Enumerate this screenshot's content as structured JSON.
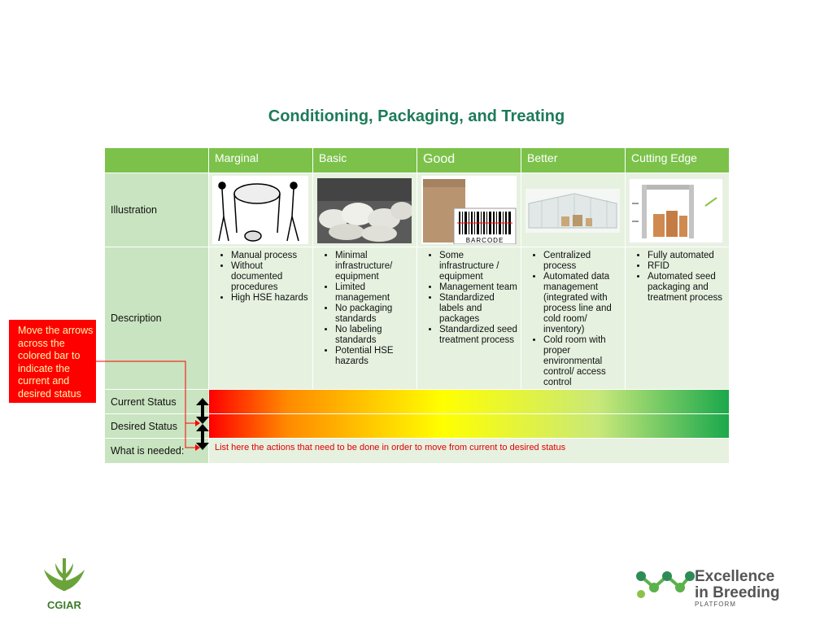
{
  "title": "Conditioning, Packaging, and Treating",
  "columns": [
    "Marginal",
    "Basic",
    "Good",
    "Better",
    "Cutting Edge"
  ],
  "rows": {
    "illustration": "Illustration",
    "description": "Description",
    "current_status": "Current Status",
    "desired_status": "Desired Status",
    "what_is_needed": "What is needed:"
  },
  "descriptions": [
    [
      "Manual process",
      "Without documented procedures",
      "High HSE hazards"
    ],
    [
      "Minimal infrastructure/ equipment",
      "Limited management",
      "No packaging standards",
      "No labeling standards",
      "Potential HSE hazards"
    ],
    [
      "Some infrastructure / equipment",
      "Management team",
      "Standardized labels and packages",
      "Standardized seed treatment process"
    ],
    [
      "Centralized process",
      "Automated data management (integrated with process line and cold room/ inventory)",
      "Cold room with proper environmental control/ access control"
    ],
    [
      "Fully automated",
      "RFID",
      "Automated seed packaging and treatment process"
    ]
  ],
  "barcode_label": "BARCODE",
  "needed_text": "List here the actions that need to be done in order to move from current to desired status",
  "note": "Move the arrows across the colored bar to indicate the current and desired status",
  "logos": {
    "cgiar": "CGIAR",
    "eib_line1": "Excellence",
    "eib_line2": "in Breeding",
    "eib_line3": "PLATFORM"
  },
  "colors": {
    "title": "#1e7b5a",
    "header": "#7cc24a",
    "label_cell": "#c9e4c0",
    "body_cell": "#e6f1e0",
    "note_bg": "#ff0000",
    "note_text": "#fff7b0",
    "needed_text": "#e00000"
  }
}
